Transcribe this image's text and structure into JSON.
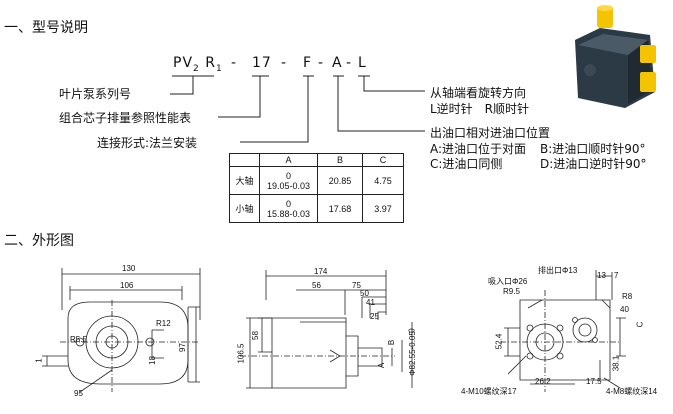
{
  "section1": {
    "title": "一、型号说明"
  },
  "code": {
    "p1": "PV",
    "p2": "R",
    "p3": "-",
    "p4": "17",
    "p5": "-",
    "p6": "F",
    "p7": "-",
    "p8": "A",
    "p9": "-",
    "p10": "L",
    "sub2": "2",
    "sub1": "1"
  },
  "left_labels": {
    "series": "叶片泵系列号",
    "combo": "组合芯子排量参照性能表",
    "connect": "连接形式:法兰安装"
  },
  "right_labels": {
    "rotation": "从轴端看旋转方向",
    "rotation_opts": "L逆时针　R顺时针",
    "outlet": "出油口相对进油口位置",
    "opt_a": "A:进油口位于对面",
    "opt_b": "B:进油口顺时针90°",
    "opt_c": "C:进油口同侧",
    "opt_d": "D:进油口逆时针90°"
  },
  "table": {
    "headers": [
      "A",
      "B",
      "C"
    ],
    "rows": [
      {
        "name": "大轴",
        "a_top": "0",
        "a_bottom": "19.05-0.03",
        "b": "20.85",
        "c": "4.75"
      },
      {
        "name": "小轴",
        "a_top": "0",
        "a_bottom": "15.88-0.03",
        "b": "17.68",
        "c": "3.97"
      }
    ]
  },
  "section2": {
    "title": "二、外形图"
  },
  "drawing1": {
    "d130": "130",
    "d106": "106",
    "r55": "R5.5",
    "r12": "R12",
    "d18": "18",
    "d97": "97",
    "d95": "95",
    "d1": "1"
  },
  "drawing2": {
    "d174": "174",
    "d56": "56",
    "d75": "75",
    "d50": "50",
    "d41": "41",
    "d25": "25",
    "d58": "58",
    "d1065": "106.5",
    "a": "A",
    "b": "B",
    "phi": "Φ82.55-0.05",
    "zero": "0"
  },
  "drawing3": {
    "outlet": "排出口Φ13",
    "inlet": "吸入口Φ26",
    "d13": "13",
    "d7": "7",
    "r95": "R9.5",
    "r8": "R8",
    "d40": "40",
    "c": "C",
    "d524": "52.4",
    "d262": "26.2",
    "d175": "17.5",
    "d381": "38.1",
    "m10": "4-M10螺纹深17",
    "m8": "4-M8螺纹深14"
  },
  "colors": {
    "line": "#222222",
    "pump_body": "#2b3a45",
    "pump_accent": "#f5c400"
  },
  "icons": {
    "pump": "pump-photo-icon"
  }
}
